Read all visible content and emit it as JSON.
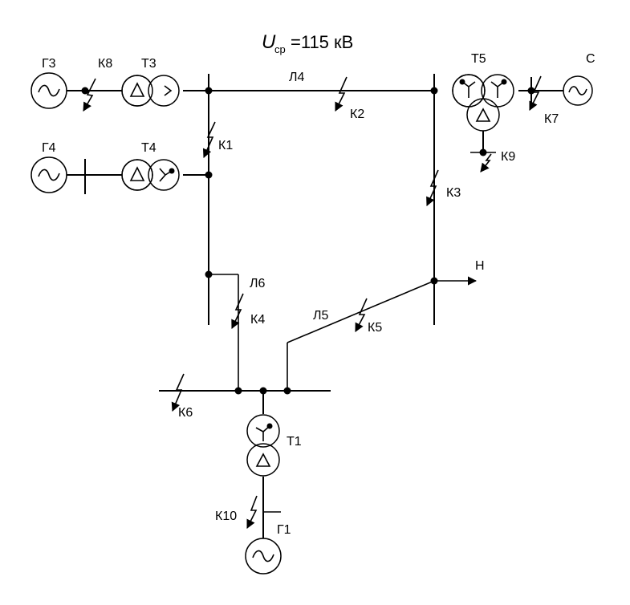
{
  "header": {
    "voltage_symbol": "U",
    "voltage_subscript": "ср",
    "voltage_value": "=115 кВ"
  },
  "generators": {
    "g3": "Г3",
    "g4": "Г4",
    "g1": "Г1",
    "system": "С"
  },
  "transformers": {
    "t3": "Т3",
    "t4": "Т4",
    "t5": "Т5",
    "t1": "Т1",
    "delta_glyph": "Δ",
    "wye_glyph": "⋎",
    "tilde_glyph": "~"
  },
  "lines": {
    "l4": "Л4",
    "l5": "Л5",
    "l6": "Л6"
  },
  "load": "Н",
  "faults": {
    "k1": "К1",
    "k2": "К2",
    "k3": "К3",
    "k4": "К4",
    "k5": "К5",
    "k6": "К6",
    "k7": "К7",
    "k8": "К8",
    "k9": "К9",
    "k10": "К10"
  }
}
